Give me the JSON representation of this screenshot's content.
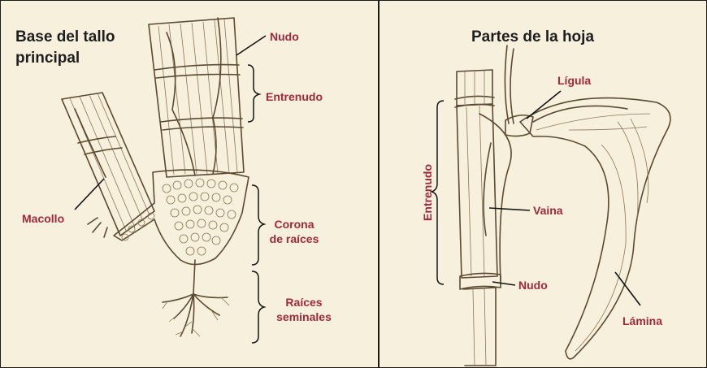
{
  "left_panel": {
    "title_line1": "Base del tallo",
    "title_line2": "principal",
    "labels": {
      "nudo": "Nudo",
      "entrenudo": "Entrenudo",
      "macollo": "Macollo",
      "corona_line1": "Corona",
      "corona_line2": "de raíces",
      "raices_line1": "Raíces",
      "raices_line2": "seminales"
    }
  },
  "right_panel": {
    "title": "Partes de la hoja",
    "labels": {
      "ligula": "Lígula",
      "entrenudo": "Entrenudo",
      "vaina": "Vaina",
      "nudo": "Nudo",
      "lamina": "Lámina"
    }
  },
  "colors": {
    "background": "#f7f0dc",
    "label_red": "#a0293a",
    "title_black": "#1e1e1e",
    "plant_ink": "#5b4a32",
    "plant_fill": "#ede3c8"
  }
}
